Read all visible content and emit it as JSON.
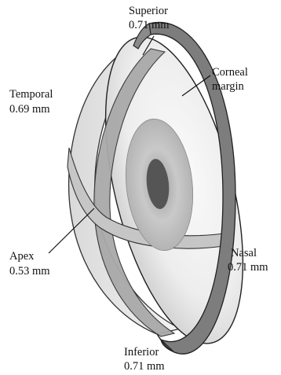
{
  "labels": {
    "superior": {
      "name": "Superior",
      "value": "0.71 mm"
    },
    "temporal": {
      "name": "Temporal",
      "value": "0.69 mm"
    },
    "corneal_margin": {
      "line1": "Corneal",
      "line2": "margin"
    },
    "apex": {
      "name": "Apex",
      "value": "0.53 mm"
    },
    "nasal": {
      "name": "Nasal",
      "value": "0.71 mm"
    },
    "inferior": {
      "name": "Inferior",
      "value": "0.71 mm"
    }
  },
  "colors": {
    "rim": "#7a7a7a",
    "band": "#c8c8c8",
    "iris": "#bcbcbc",
    "pupil": "#555555",
    "shell": "#eeeeee"
  }
}
